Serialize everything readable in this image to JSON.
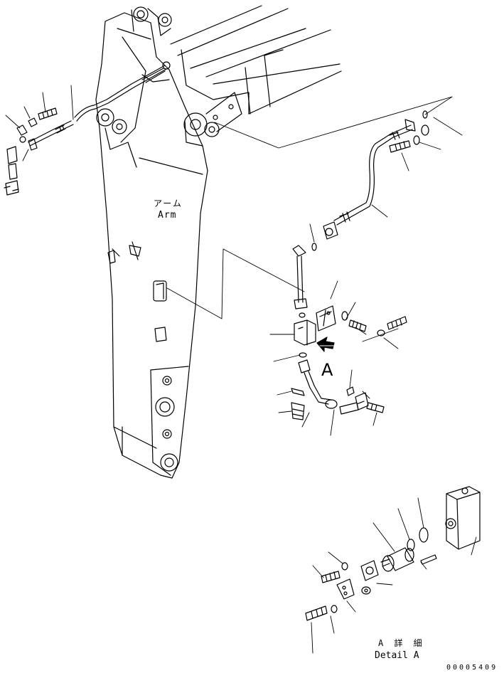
{
  "labels": {
    "arm_japanese": "アーム",
    "arm_english": "Arm",
    "view_marker": "A",
    "detail_japanese": "A 詳 細",
    "detail_english": "Detail A",
    "figure_number": "00005409"
  },
  "colors": {
    "line": "#000000",
    "background": "#ffffff"
  }
}
